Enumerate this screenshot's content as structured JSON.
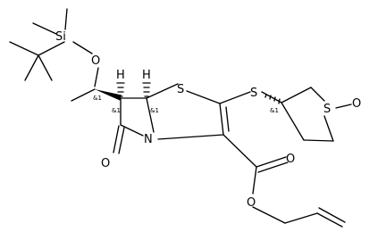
{
  "atoms": {
    "si": "Si",
    "o_ether": "O",
    "s_ring": "S",
    "s_thio": "S",
    "s_sulfoxide": "S",
    "o_sulfoxide": "O",
    "n": "N",
    "o_lactam": "O",
    "o_carbonyl": "O",
    "o_ester": "O",
    "h1": "H",
    "h2": "H"
  },
  "stereo_labels": {
    "c6": "&1",
    "c5": "&1",
    "c8": "&1",
    "c3": "&1"
  }
}
